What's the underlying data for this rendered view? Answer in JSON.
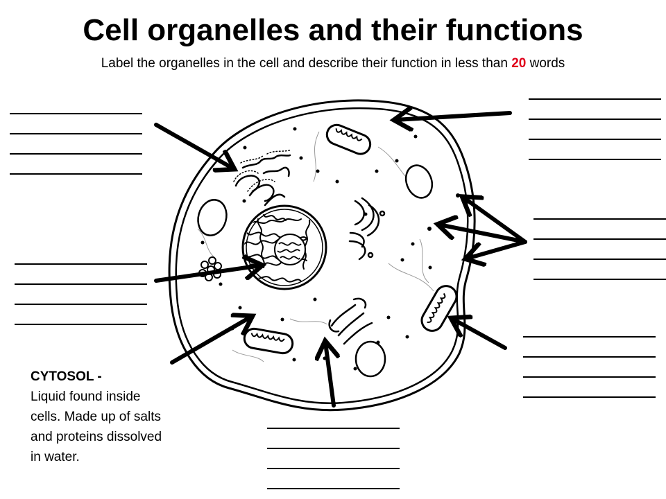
{
  "header": {
    "title": "Cell organelles and their functions",
    "subtitle_prefix": "Label the organelles in the cell and describe their function in less than ",
    "subtitle_number": "20",
    "subtitle_suffix": " words"
  },
  "colors": {
    "accent": "#e0001b",
    "ink": "#000000",
    "background": "#ffffff"
  },
  "cytosol_note": {
    "title": "CYTOSOL -",
    "text": "Liquid found inside cells. Made up of salts and proteins dissolved in water."
  },
  "label_blocks": [
    {
      "id": "top-left",
      "lines": 4
    },
    {
      "id": "top-right",
      "lines": 4
    },
    {
      "id": "mid-right",
      "lines": 4
    },
    {
      "id": "mid-left",
      "lines": 4
    },
    {
      "id": "bottom-right",
      "lines": 4
    },
    {
      "id": "bottom-center",
      "lines": 4
    }
  ]
}
